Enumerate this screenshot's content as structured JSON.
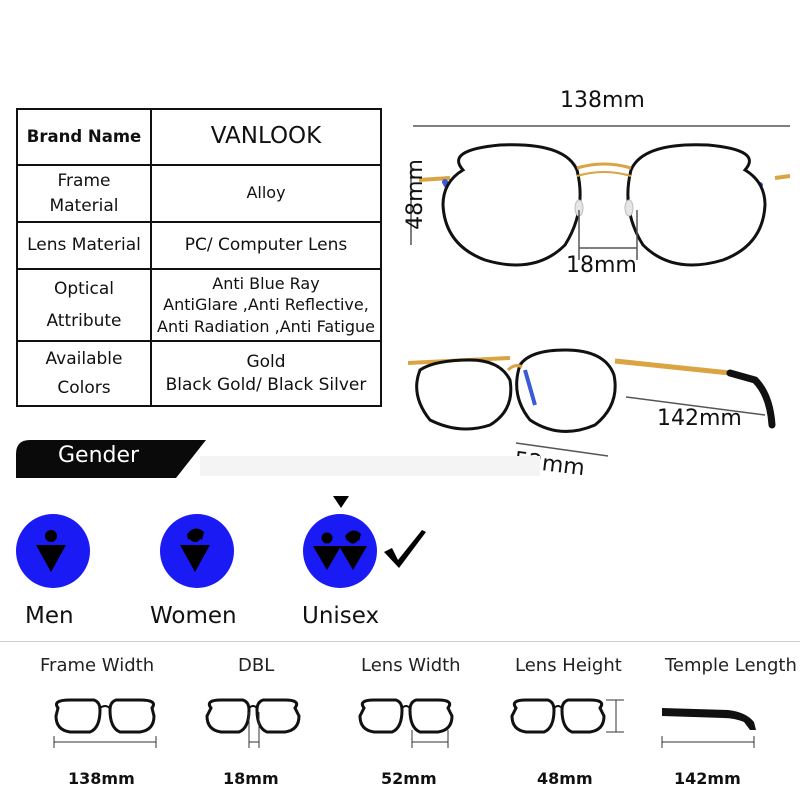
{
  "specs": {
    "brand_label": "Brand Name",
    "brand_value": "VANLOOK",
    "frame_material_label": "Frame\nMaterial",
    "frame_material_value": "Alloy",
    "lens_material_label": "Lens Material",
    "lens_material_value": "PC/ Computer Lens",
    "optical_label": "Optical\nAttribute",
    "optical_value": "Anti Blue Ray\nAntiGlare ,Anti Reflective,\nAnti Radiation ,Anti Fatigue",
    "colors_label": "Available\nColors",
    "colors_value": "Gold\nBlack Gold/ Black Silver"
  },
  "dimensions": {
    "frame_width": "138mm",
    "lens_height": "48mm",
    "bridge": "18mm",
    "temple": "142mm",
    "lens_width": "52mm"
  },
  "gender": {
    "title": "Gender",
    "men": "Men",
    "women": "Women",
    "unisex": "Unisex",
    "selected": "Unisex"
  },
  "sizes": [
    {
      "title": "Frame Width",
      "value": "138mm"
    },
    {
      "title": "DBL",
      "value": "18mm"
    },
    {
      "title": "Lens Width",
      "value": "52mm"
    },
    {
      "title": "Lens Height",
      "value": "48mm"
    },
    {
      "title": "Temple Length",
      "value": "142mm"
    }
  ],
  "colors": {
    "gender_blue": "#1a1af5",
    "frame_black": "#111111",
    "gold": "#d9a441",
    "temple_blue": "#3b5bd6"
  }
}
